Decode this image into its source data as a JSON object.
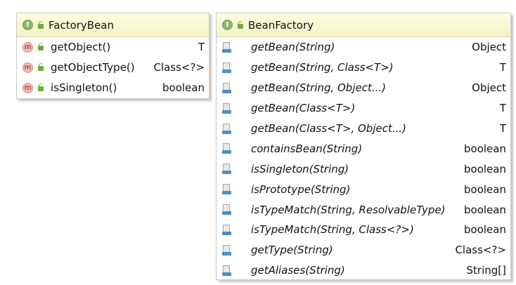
{
  "factory_bean": {
    "name": "FactoryBean",
    "stereotype_badge": "I",
    "methods": [
      {
        "name": "getObject()",
        "type": "T",
        "badge": "m"
      },
      {
        "name": "getObjectType()",
        "type": "Class<?>",
        "badge": "m"
      },
      {
        "name": "isSingleton()",
        "type": "boolean",
        "badge": "m"
      }
    ]
  },
  "bean_factory": {
    "name": "BeanFactory",
    "stereotype_badge": "I",
    "methods": [
      {
        "name": "getBean(String)",
        "type": "Object"
      },
      {
        "name": "getBean(String, Class<T>)",
        "type": "T"
      },
      {
        "name": "getBean(String, Object...)",
        "type": "Object"
      },
      {
        "name": "getBean(Class<T>)",
        "type": "T"
      },
      {
        "name": "getBean(Class<T>, Object...)",
        "type": "T"
      },
      {
        "name": "containsBean(String)",
        "type": "boolean"
      },
      {
        "name": "isSingleton(String)",
        "type": "boolean"
      },
      {
        "name": "isPrototype(String)",
        "type": "boolean"
      },
      {
        "name": "isTypeMatch(String, ResolvableType)",
        "type": "boolean"
      },
      {
        "name": "isTypeMatch(String, Class<?>)",
        "type": "boolean"
      },
      {
        "name": "getType(String)",
        "type": "Class<?>"
      },
      {
        "name": "getAliases(String)",
        "type": "String[]"
      }
    ]
  },
  "icons": {
    "interface": "interface-icon",
    "public": "public-lock-icon",
    "method": "method-icon",
    "abstract_method": "abstract-method-icon"
  },
  "colors": {
    "header_bg": "#f5f5cc",
    "interface_badge": "#8bb96a",
    "method_badge": "#f2b8b4",
    "visibility": "#6fae3f",
    "abstract_icon": "#4a90c8"
  }
}
